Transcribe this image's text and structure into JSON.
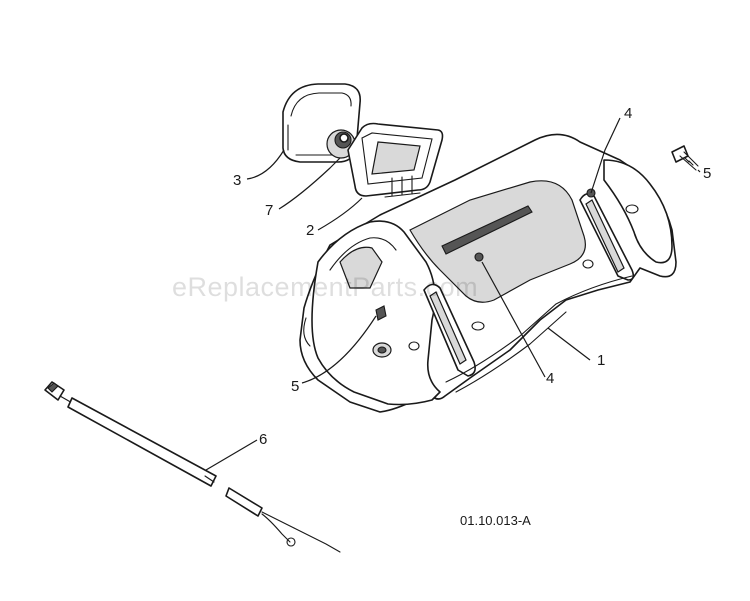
{
  "callouts": {
    "c1": "1",
    "c2": "2",
    "c3": "3",
    "c4a": "4",
    "c4b": "4",
    "c5a": "5",
    "c5b": "5",
    "c6": "6",
    "c7": "7"
  },
  "reference_number": "01.10.013-A",
  "watermark": "eReplacementParts.com",
  "colors": {
    "line": "#1a1a1a",
    "shade": "#d9d9d9",
    "background": "#ffffff"
  }
}
